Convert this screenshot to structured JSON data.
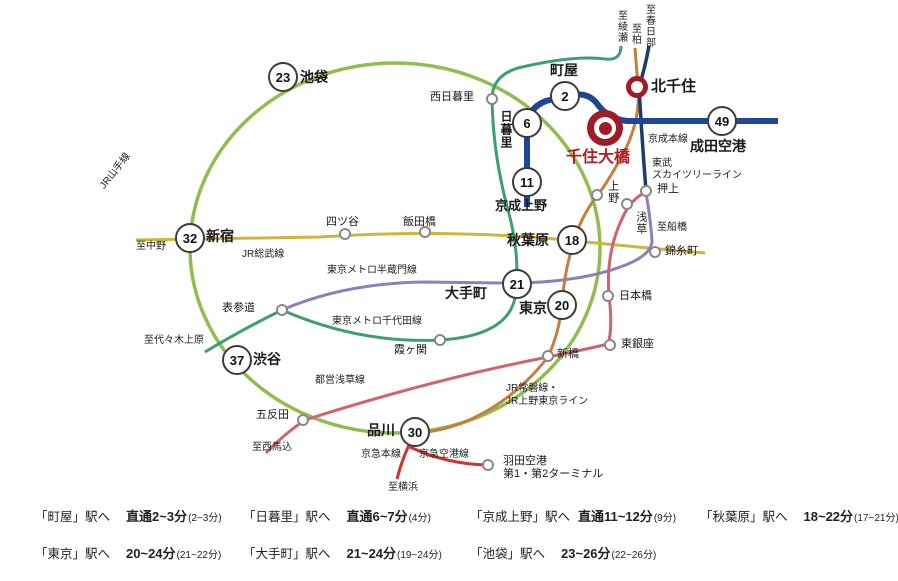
{
  "map": {
    "stations": {
      "senjuohashi": {
        "name": "千住大橋"
      },
      "kitasenju": {
        "name": "北千住"
      },
      "machiya": {
        "name": "町屋",
        "min": "2"
      },
      "nippori": {
        "name": "日暮里",
        "min": "6"
      },
      "keisei_ueno": {
        "name": "京成上野",
        "min": "11"
      },
      "narita_airport": {
        "name": "成田空港",
        "min": "49"
      },
      "ikebukuro": {
        "name": "池袋",
        "min": "23"
      },
      "shinjuku": {
        "name": "新宿",
        "min": "32"
      },
      "shibuya": {
        "name": "渋谷",
        "min": "37"
      },
      "shinagawa": {
        "name": "品川",
        "min": "30"
      },
      "tokyo": {
        "name": "東京",
        "min": "20"
      },
      "otemachi": {
        "name": "大手町",
        "min": "21"
      },
      "akihabara": {
        "name": "秋葉原",
        "min": "18"
      },
      "nishi_nippori": {
        "name": "西日暮里"
      },
      "ueno": {
        "name": "上野"
      },
      "asakusa": {
        "name": "浅草"
      },
      "oshiage": {
        "name": "押上"
      },
      "kinshicho": {
        "name": "錦糸町"
      },
      "yotsuya": {
        "name": "四ツ谷"
      },
      "iidabashi": {
        "name": "飯田橋"
      },
      "nihombashi": {
        "name": "日本橋"
      },
      "omotesando": {
        "name": "表参道"
      },
      "kasumigaseki": {
        "name": "霞ヶ関"
      },
      "shimbashi": {
        "name": "新橋"
      },
      "higashi_ginza": {
        "name": "東銀座"
      },
      "gotanda": {
        "name": "五反田"
      },
      "haneda_line1": "羽田空港",
      "haneda_line2": "第1・第2ターミナル"
    },
    "lines": {
      "yamanote": "JR山手線",
      "sobu": "JR総武線",
      "hanzomon": "東京メトロ半蔵門線",
      "chiyoda": "東京メトロ千代田線",
      "toei_asakusa": "都営浅草線",
      "keisei": "京成本線",
      "tobu_line1": "東武",
      "tobu_line2": "スカイツリーライン",
      "joban_line1": "JR常磐線・",
      "joban_line2": "JR上野東京ライン",
      "keikyu": "京急本線",
      "keikyu_airport": "京急空港線"
    },
    "directions": {
      "ayase": "至綾瀬",
      "kashiwa": "至柏",
      "kasukabe": "至春日部",
      "nakano": "至中野",
      "funabashi": "至船橋",
      "yoyogi_uehara": "至代々木上原",
      "nishi_magome": "至西馬込",
      "yokohama": "至横浜"
    },
    "colors": {
      "featured_red": "#9e1c26",
      "keisei_blue": "#1d4696",
      "yamanote_green": "#8fbe4f"
    }
  },
  "times": {
    "rows": [
      [
        {
          "dest": "「町屋」駅へ",
          "time": "直通2~3分",
          "note": "(2~3分)"
        },
        {
          "dest": "「日暮里」駅へ",
          "time": "直通6~7分",
          "note": "(4分)"
        },
        {
          "dest": "「京成上野」駅へ",
          "time": "直通11~12分",
          "note": "(9分)"
        },
        {
          "dest": "「秋葉原」駅へ",
          "time": "18~22分",
          "note": "(17~21分)"
        }
      ],
      [
        {
          "dest": "「東京」駅へ",
          "time": "20~24分",
          "note": "(21~22分)"
        },
        {
          "dest": "「大手町」駅へ",
          "time": "21~24分",
          "note": "(19~24分)"
        },
        {
          "dest": "「池袋」駅へ",
          "time": "23~26分",
          "note": "(22~26分)"
        }
      ]
    ]
  }
}
